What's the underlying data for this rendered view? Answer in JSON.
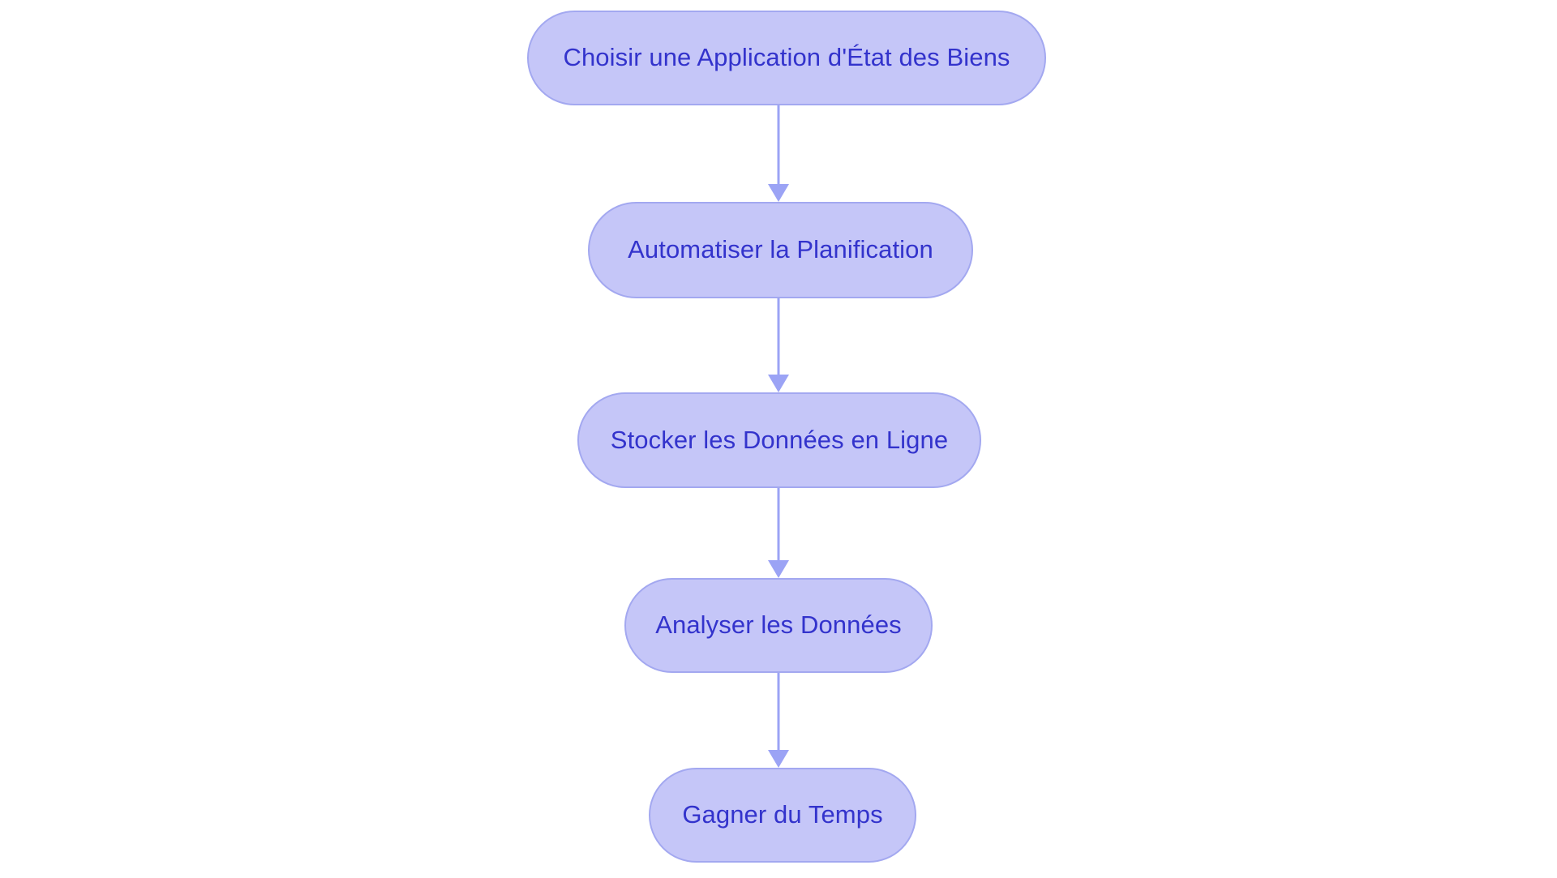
{
  "diagram": {
    "type": "flowchart",
    "orientation": "vertical-top-to-bottom",
    "background_color": "#ffffff",
    "node_fill_color": "#c5c6f8",
    "node_border_color": "#a3a8f0",
    "node_text_color": "#3333cc",
    "arrow_color": "#9ba3f5",
    "node_shape": "pill",
    "nodes": [
      {
        "id": "node-1",
        "label": "Choisir une Application d'État des Biens",
        "order": 1
      },
      {
        "id": "node-2",
        "label": "Automatiser la Planification",
        "order": 2
      },
      {
        "id": "node-3",
        "label": "Stocker les Données en Ligne",
        "order": 3
      },
      {
        "id": "node-4",
        "label": "Analyser les Données",
        "order": 4
      },
      {
        "id": "node-5",
        "label": "Gagner du Temps",
        "order": 5
      }
    ],
    "edges": [
      {
        "id": "edge-1",
        "from": "node-1",
        "to": "node-2",
        "label": ""
      },
      {
        "id": "edge-2",
        "from": "node-2",
        "to": "node-3",
        "label": ""
      },
      {
        "id": "edge-3",
        "from": "node-3",
        "to": "node-4",
        "label": ""
      },
      {
        "id": "edge-4",
        "from": "node-4",
        "to": "node-5",
        "label": ""
      }
    ]
  }
}
